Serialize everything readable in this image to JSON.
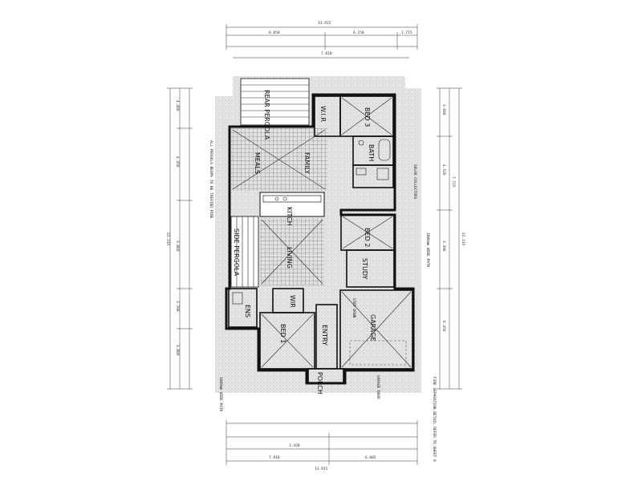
{
  "rooms": {
    "rear_pergola": "REAR PERGOLA",
    "meals": "MEALS",
    "family": "FAMILY",
    "kitchen": "KITCH",
    "wir_top": "W.I.R",
    "bed3": "BED 3",
    "bath": "BATH",
    "bed2": "BED 2",
    "study": "STUDY",
    "side_pergola": "SIDE PERGOLA",
    "living": "LIVING",
    "wir_bed1": "WIR",
    "bed1": "BED 1",
    "entry": "ENTRY",
    "porch": "PORCH",
    "garage": "GARAGE",
    "ens": "ENS"
  },
  "notes": {
    "pergola_note": "ALL PERGOLA BEAMS TO BE TREATED PINE",
    "solar_note": "SOLAR COLLECTORS",
    "path_left": "1000mm WIDE PATH",
    "path_right": "1000mm WIDE PATH",
    "garage_door": "GARAGE DOOR",
    "fire_sep": "FIRE SEPARATION DETAIL REFER TO SHEET 9",
    "step_down": "STEP DOWN"
  },
  "dims": {
    "top_overall": "13.915",
    "top_row2_a": "6.050",
    "top_row2_b": "6.150",
    "top_row2_c": "1.715",
    "top_row3": "7.810",
    "bottom_overall": "13.915",
    "bottom_row_a": "7.910",
    "bottom_row_b": "6.005",
    "bottom_row_c": "3.420",
    "left_overall": "22.235",
    "left_a": "4.460",
    "left_b": "4.350",
    "left_c": "3.060",
    "left_d": "3.700",
    "left_e": "3.800",
    "right_overall": "22.235",
    "right_a": "3.600",
    "right_b": "4.520",
    "right_c": "3.390",
    "right_d": "6.450",
    "right_e": "7.725"
  }
}
